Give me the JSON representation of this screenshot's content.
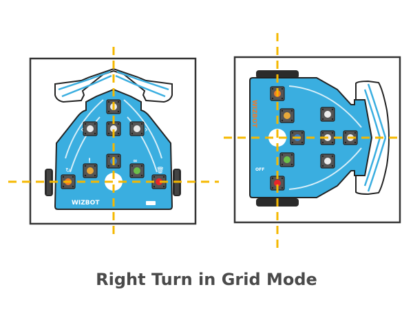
{
  "caption": "Right Turn in Grid Mode",
  "colors": {
    "robot_body": "#3aaee0",
    "grid_line": "#f5b800",
    "frame": "#333333",
    "button_orange": "#f07a2a",
    "button_yellow": "#e8a93a",
    "button_green": "#6cc04a",
    "button_red": "#e8262a",
    "button_white": "#ececec",
    "logo_orange": "#f07a2a"
  },
  "panels": [
    {
      "name": "before-turn",
      "orientation": "facing-up"
    },
    {
      "name": "after-turn",
      "orientation": "facing-right"
    }
  ],
  "robot": {
    "logo": "WIZBOT",
    "switch_label": "OFF",
    "buttons": [
      "forward",
      "left",
      "center",
      "right",
      "backward",
      "reset",
      "pause",
      "go",
      "delete"
    ]
  }
}
